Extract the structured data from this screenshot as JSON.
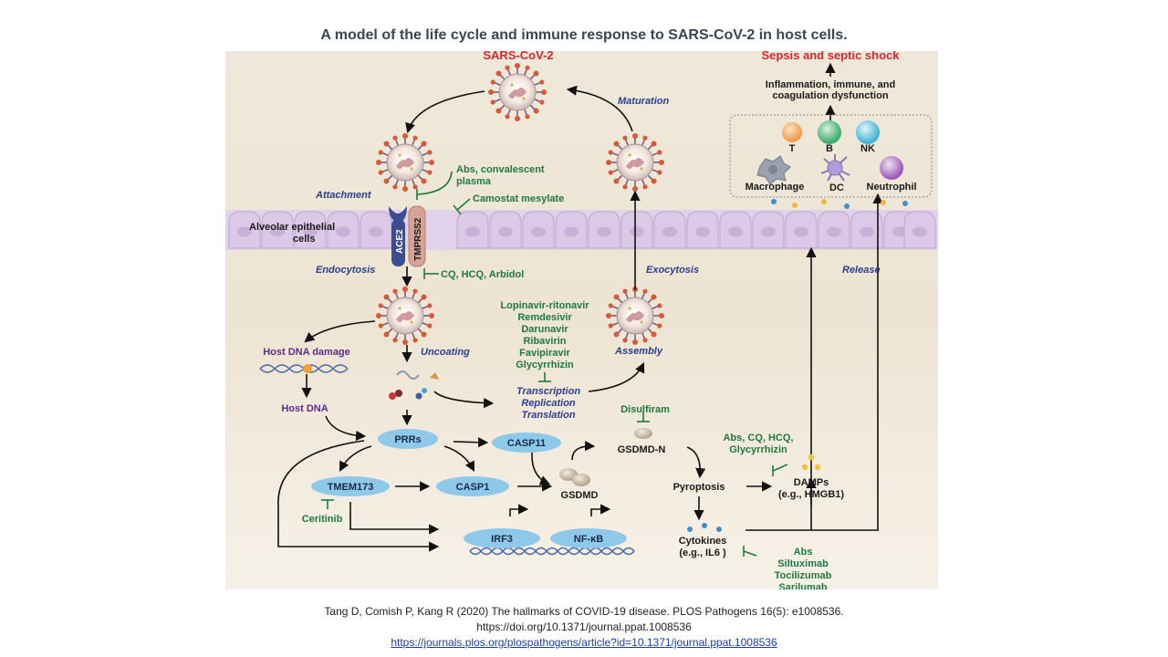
{
  "slide_title": "A model of the life cycle and immune response to SARS-CoV-2 in host cells.",
  "diagram": {
    "sars_cov_2": "SARS-CoV-2",
    "sepsis": "Sepsis and septic shock",
    "inflammation_line1": "Inflammation, immune, and",
    "inflammation_line2": "coagulation dysfunction",
    "maturation": "Maturation",
    "immune_cells": {
      "t": "T",
      "b": "B",
      "nk": "NK",
      "macrophage": "Macrophage",
      "dc": "DC",
      "neutrophil": "Neutrophil"
    },
    "abs_plasma_line1": "Abs, convalescent",
    "abs_plasma_line2": "plasma",
    "attachment": "Attachment",
    "camostat": "Camostat mesylate",
    "alveolar_line1": "Alveolar epithelial",
    "alveolar_line2": "cells",
    "ace2": "ACE2",
    "tmprss2": "TMPRSS2",
    "endocytosis": "Endocytosis",
    "cq_hcq_arbidol": "CQ, HCQ, Arbidol",
    "exocytosis": "Exocytosis",
    "release": "Release",
    "drugs": [
      "Lopinavir-ritonavir",
      "Remdesivir",
      "Darunavir",
      "Ribavirin",
      "Favipiravir",
      "Glycyrrhizin"
    ],
    "assembly": "Assembly",
    "host_dna_damage": "Host DNA damage",
    "uncoating": "Uncoating",
    "transcription": "Transcription",
    "replication": "Replication",
    "translation": "Translation",
    "host_dna": "Host DNA",
    "disulfiram": "Disulfiram",
    "gsdmd_n": "GSDMD-N",
    "prrs": "PRRs",
    "casp11": "CASP11",
    "abs_cq_line1": "Abs, CQ, HCQ,",
    "abs_cq_line2": "Glycyrrhizin",
    "tmem173": "TMEM173",
    "casp1": "CASP1",
    "gsdmd": "GSDMD",
    "pyroptosis": "Pyroptosis",
    "damps_line1": "DAMPs",
    "damps_line2": "(e.g., HMGB1)",
    "ceritinib": "Ceritinib",
    "irf3": "IRF3",
    "nfkb": "NF-κB",
    "cytokines_line1": "Cytokines",
    "cytokines_line2": "(e.g., IL6 )",
    "antibodies": [
      "Abs",
      "Siltuximab",
      "Tocilizumab",
      "Sarilumab"
    ]
  },
  "citation": {
    "line1": "Tang D, Comish  P, Kang R (2020) The hallmarks of COVID-19 disease. PLOS Pathogens 16(5): e1008536.",
    "line2": "https://doi.org/10.1371/journal.ppat.1008536",
    "link": "https://journals.plos.org/plospathogens/article?id=10.1371/journal.ppat.1008536"
  },
  "colors": {
    "title": "#3b4654",
    "red_label": "#d7262c",
    "process_label": "#2c3e8f",
    "drug_label": "#1e7a3c",
    "node_fill": "#8ec9ea",
    "membrane": "#d9c4e4",
    "background": "#ece3d2"
  }
}
